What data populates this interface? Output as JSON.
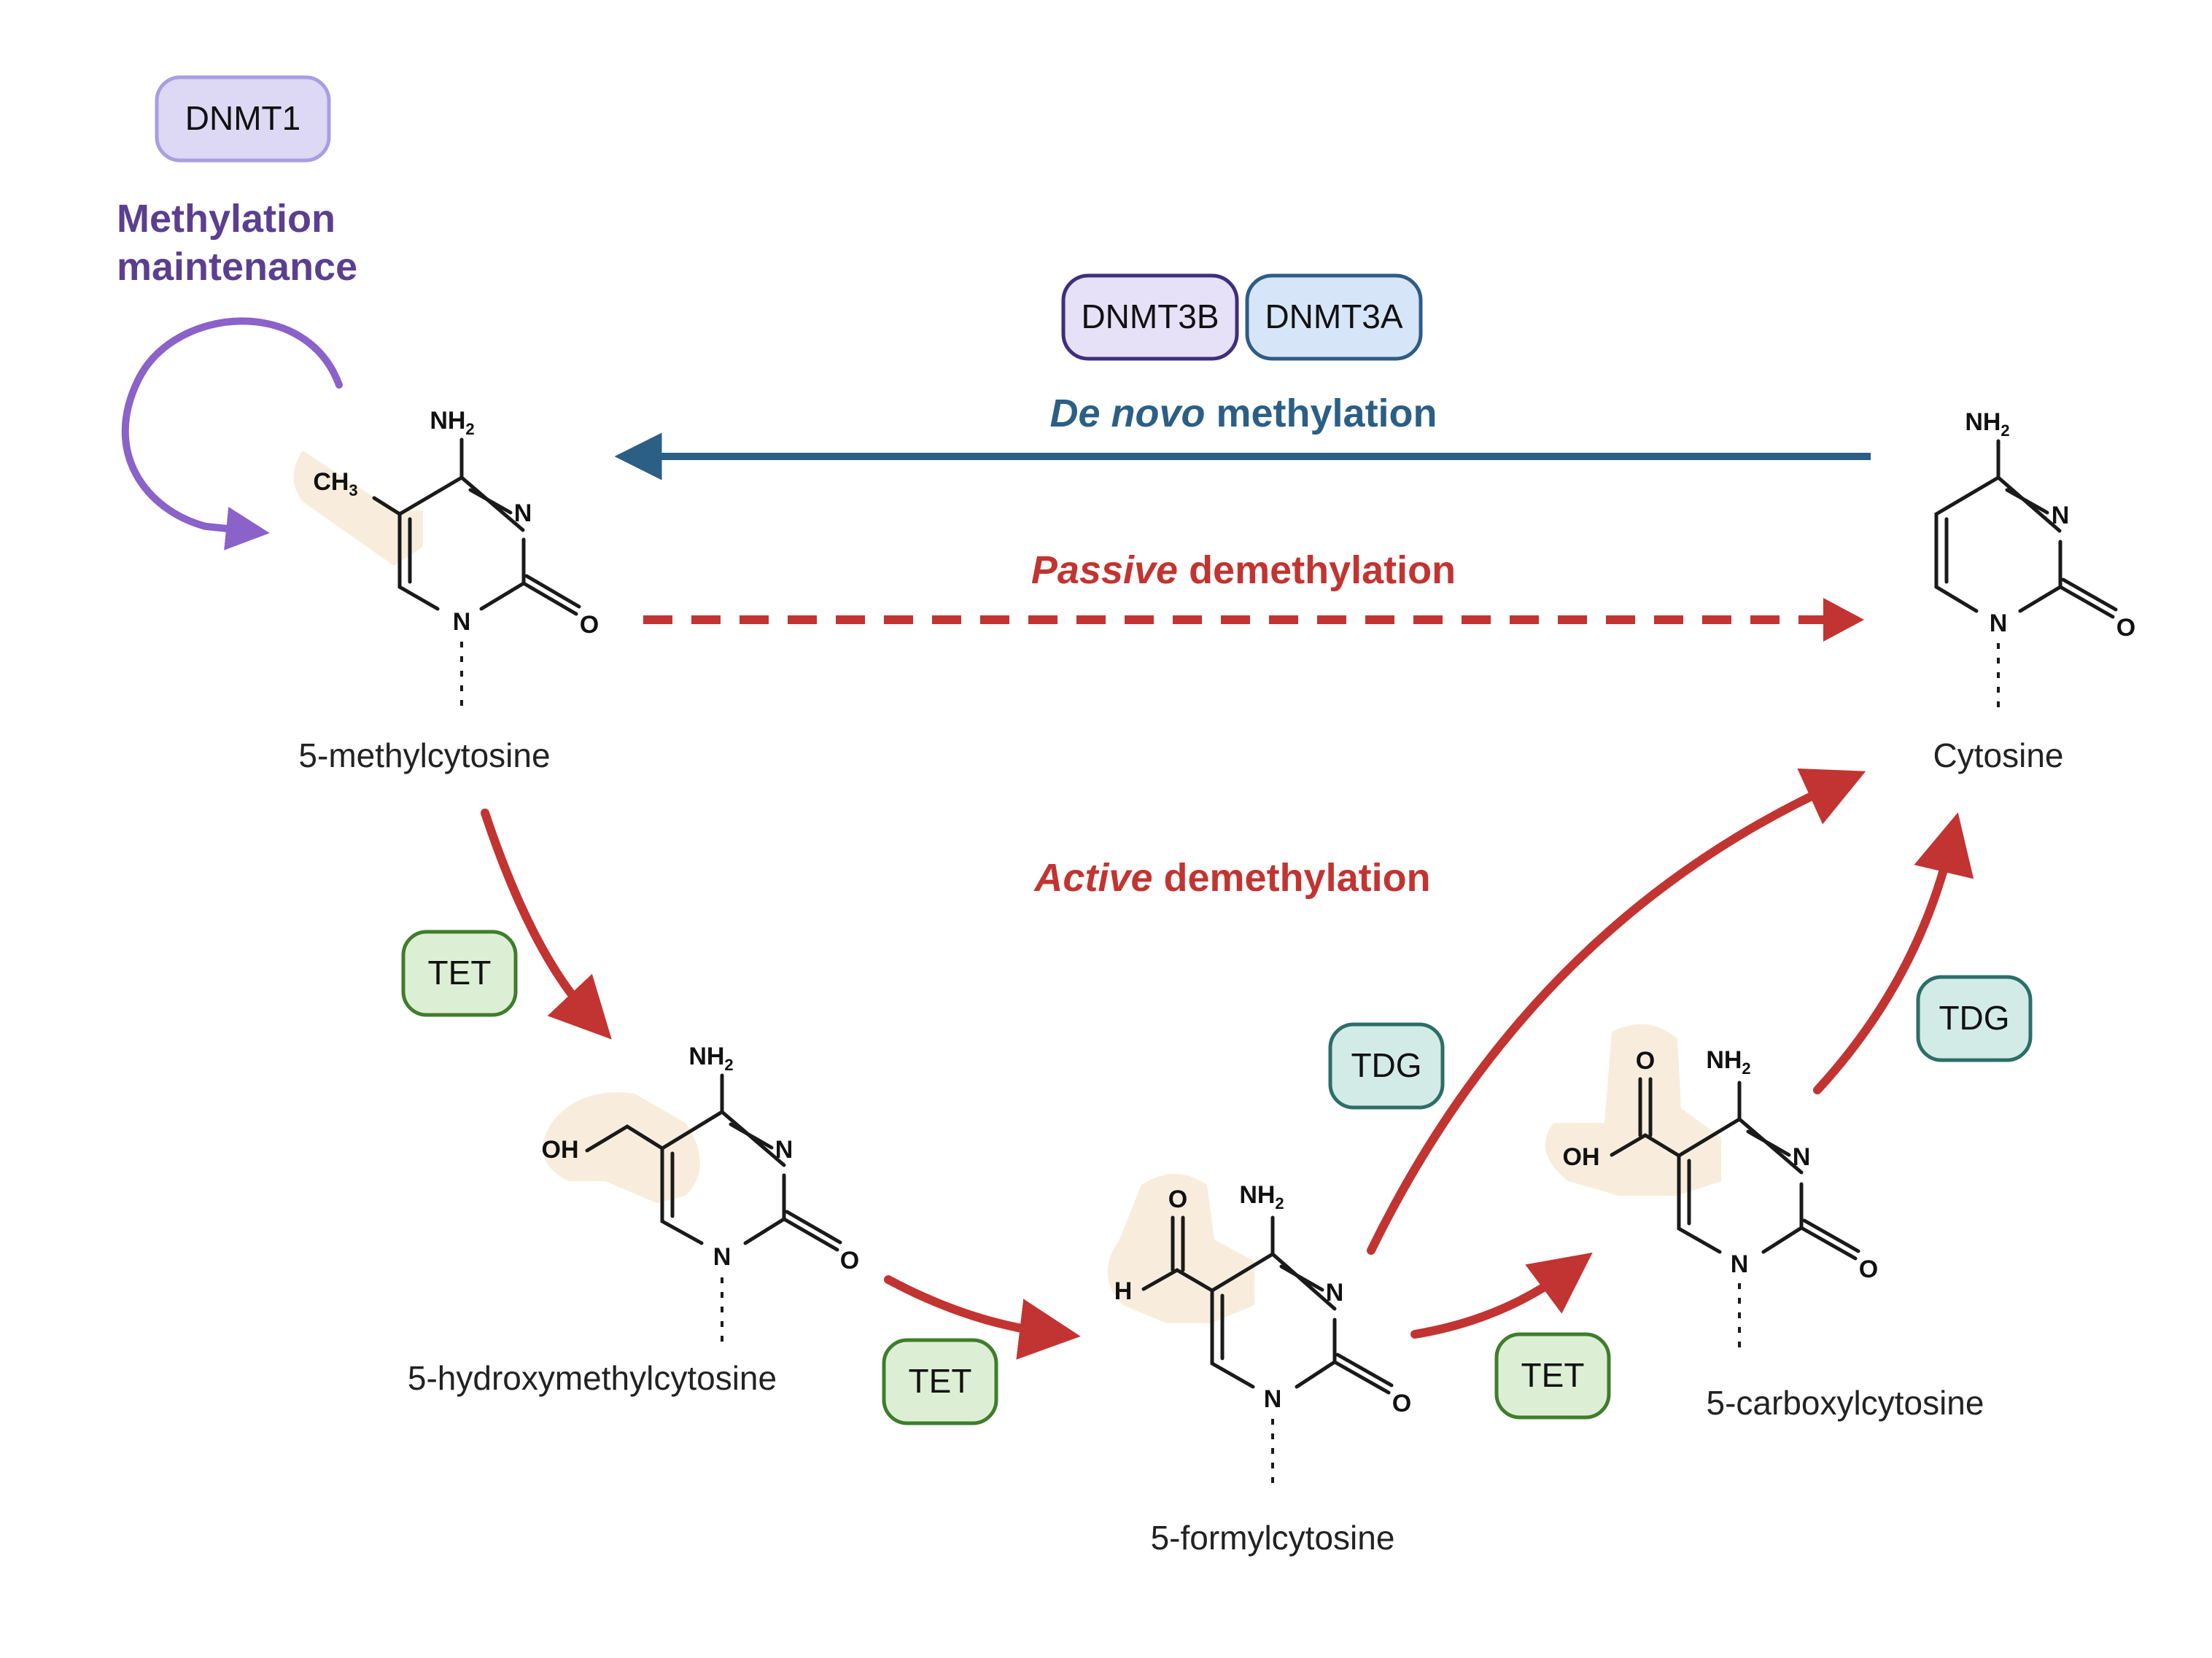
{
  "colors": {
    "purple_text": "#5b3f8f",
    "purple_arrow": "#8a62c9",
    "blue_arrow": "#2b5f85",
    "red": "#c23431",
    "tet_fill": "#dcefd4",
    "tet_stroke": "#3f7d2c",
    "tdg_fill": "#d2ebe6",
    "tdg_stroke": "#2c6e68",
    "dnmt1_fill": "#ddd8f3",
    "dnmt1_stroke": "#a99ee0",
    "dnmt3b_fill": "#e6e1f6",
    "dnmt3b_stroke": "#3f2e7d",
    "dnmt3a_fill": "#d6e6f8",
    "dnmt3a_stroke": "#2f5c86",
    "highlight": "#f8eddc"
  },
  "enzymes": {
    "dnmt1": "DNMT1",
    "dnmt3b": "DNMT3B",
    "dnmt3a": "DNMT3A",
    "tet1": "TET",
    "tet2": "TET",
    "tet3": "TET",
    "tdg1": "TDG",
    "tdg2": "TDG"
  },
  "processes": {
    "maintenance_line1": "Methylation",
    "maintenance_line2": "maintenance",
    "denovo_italic": "De novo",
    "denovo_rest": " methylation",
    "passive_italic": "Passive",
    "passive_rest": " demethylation",
    "active_italic": "Active",
    "active_rest": " demethylation"
  },
  "molecules": {
    "m5c": "5-methylcytosine",
    "cyt": "Cytosine",
    "hm5c": "5-hydroxymethylcytosine",
    "f5c": "5-formylcytosine",
    "ca5c": "5-carboxylcytosine"
  },
  "atoms": {
    "n": "N",
    "o": "O",
    "h": "H",
    "oh": "OH",
    "nh": "NH",
    "ch": "CH",
    "sub2": "2",
    "sub3": "3"
  }
}
